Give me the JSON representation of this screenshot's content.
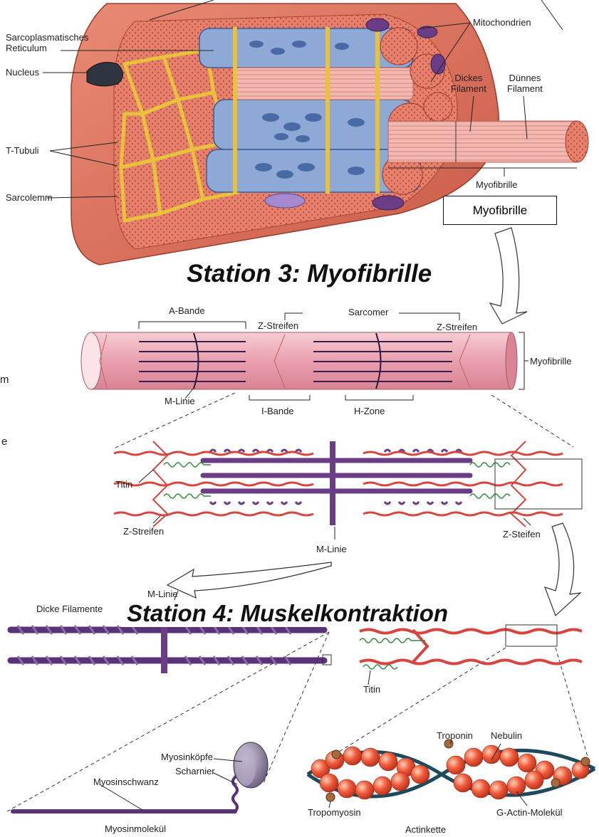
{
  "fiber_labels": {
    "sr": "Sarcoplasmatisches\nReticulum",
    "nucleus": "Nucleus",
    "t_tubuli": "T-Tubuli",
    "sarcolemm": "Sarcolemm",
    "mitochondrien": "Mitochondrien",
    "dickes_filament": "Dickes\nFilament",
    "duennes_filament": "Dünnes\nFilament",
    "myofibrille": "Myofibrille",
    "myofibrille_box": "Myofibrille"
  },
  "stations": {
    "station3": "Station 3: Myofibrille",
    "station4": "Station 4: Muskelkontraktion"
  },
  "myofibril_labels": {
    "a_bande": "A-Bande",
    "sarcomer": "Sarcomer",
    "z_streifen_left": "Z-Streifen",
    "z_streifen_right": "Z-Streifen",
    "myofibrille": "Myofibrille",
    "m_linie": "M-Linie",
    "i_bande": "I-Bande",
    "h_zone": "H-Zone"
  },
  "sarcomere_labels": {
    "titin": "Titin",
    "z_streifen": "Z-Streifen",
    "m_linie": "M-Linie",
    "z_steifen": "Z-Steifen"
  },
  "bottom_labels": {
    "dicke_filamente": "Dicke Filamente",
    "m_linie_partial": "M-Linie",
    "myosinkoepfe": "Myosinköpfe",
    "scharnier": "Scharnier",
    "myosinschwanz": "Myosinschwanz",
    "myosinmolekuel": "Myosinmolekül",
    "titin": "Titin",
    "troponin": "Troponin",
    "nebulin": "Nebulin",
    "tropomyosin": "Tropomyosin",
    "g_actin": "G-Actin-Molekül",
    "actinkette": "Actinkette"
  },
  "left_fragments": {
    "f1": "m",
    "f2": "e"
  },
  "colors": {
    "muscle_red": "#d96a55",
    "sr_blue": "#8fa9d6",
    "tubule_yellow": "#e8c23a",
    "myosin_purple": "#6a3d86",
    "actin_red": "#d8453f",
    "titin_green": "#2f8a3a",
    "fibril_pink": "#e9a9b4"
  }
}
